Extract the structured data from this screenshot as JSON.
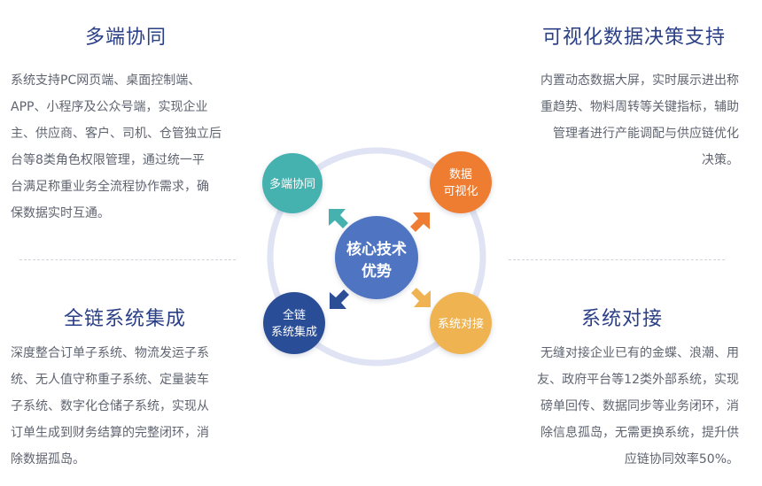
{
  "panels": {
    "top_left": {
      "title": "多端协同",
      "lines": [
        "系统支持PC网页端、桌面控制端、",
        "APP、小程序及公众号端，实现企业",
        "主、供应商、客户、司机、仓管独立后",
        "台等8类角色权限管理，通过统一平",
        "台满足称重业务全流程协作需求，确",
        "保数据实时互通。"
      ]
    },
    "top_right": {
      "title": "可视化数据决策支持",
      "lines": [
        "内置动态数据大屏，实时展示进出称",
        "重趋势、物料周转等关键指标，辅助",
        "管理者进行产能调配与供应链优化",
        "决策。"
      ]
    },
    "bottom_left": {
      "title": "全链系统集成",
      "lines": [
        "深度整合订单子系统、物流发运子系",
        "统、无人值守称重子系统、定量装车",
        "子系统、数字化仓储子系统，实现从",
        "订单生成到财务结算的完整闭环，消",
        "除数据孤岛。"
      ]
    },
    "bottom_right": {
      "title": "系统对接",
      "lines": [
        "无缝对接企业已有的金蝶、浪潮、用",
        "友、政府平台等12类外部系统，实现",
        "磅单回传、数据同步等业务闭环，消",
        "除信息孤岛，无需更换系统，提升供",
        "应链协同效率50%。"
      ]
    }
  },
  "diagram": {
    "core": {
      "lines": [
        "核心技术",
        "优势"
      ],
      "color": "#4f74c2"
    },
    "nodes": [
      {
        "id": "multi-terminal",
        "lines": [
          "多端协同"
        ],
        "color": "#45b2b0"
      },
      {
        "id": "data-visual",
        "lines": [
          "数据",
          "可视化"
        ],
        "color": "#ee7d33"
      },
      {
        "id": "full-chain",
        "lines": [
          "全链",
          "系统集成"
        ],
        "color": "#2b4e97"
      },
      {
        "id": "system-docking",
        "lines": [
          "系统对接"
        ],
        "color": "#efb451"
      }
    ],
    "ring_color": "#dfe3f3"
  }
}
